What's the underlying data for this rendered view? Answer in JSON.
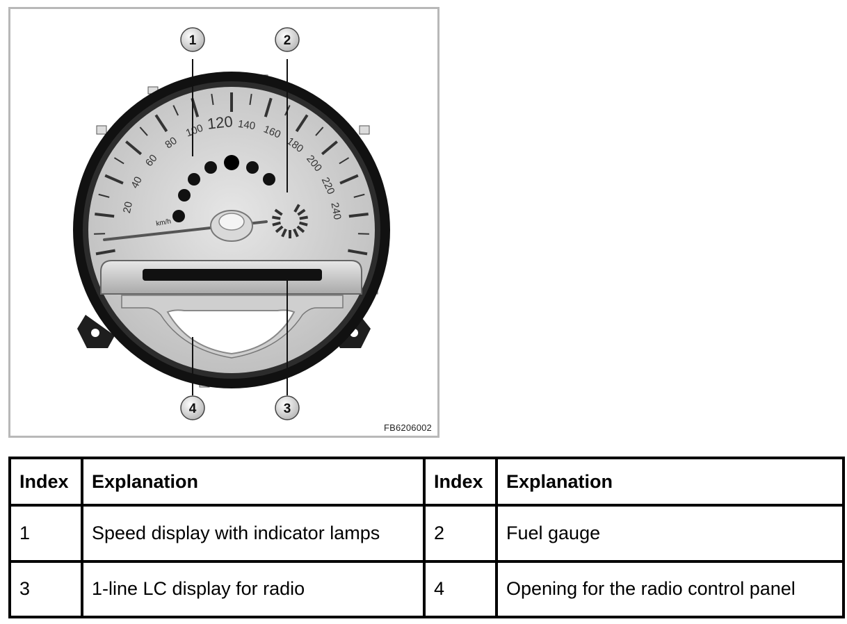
{
  "figure": {
    "code": "FB6206002",
    "callouts": [
      "1",
      "2",
      "3",
      "4"
    ],
    "speedometer": {
      "major_labels": [
        "20",
        "40",
        "60",
        "80",
        "100",
        "120",
        "140",
        "160",
        "180",
        "200",
        "220",
        "240"
      ],
      "unit": "km/h"
    }
  },
  "table": {
    "headers": [
      "Index",
      "Explanation",
      "Index",
      "Explanation"
    ],
    "rows": [
      [
        "1",
        "Speed display with indicator lamps",
        "2",
        "Fuel gauge"
      ],
      [
        "3",
        "1-line LC display for radio",
        "4",
        "Opening for the radio control panel"
      ]
    ]
  }
}
